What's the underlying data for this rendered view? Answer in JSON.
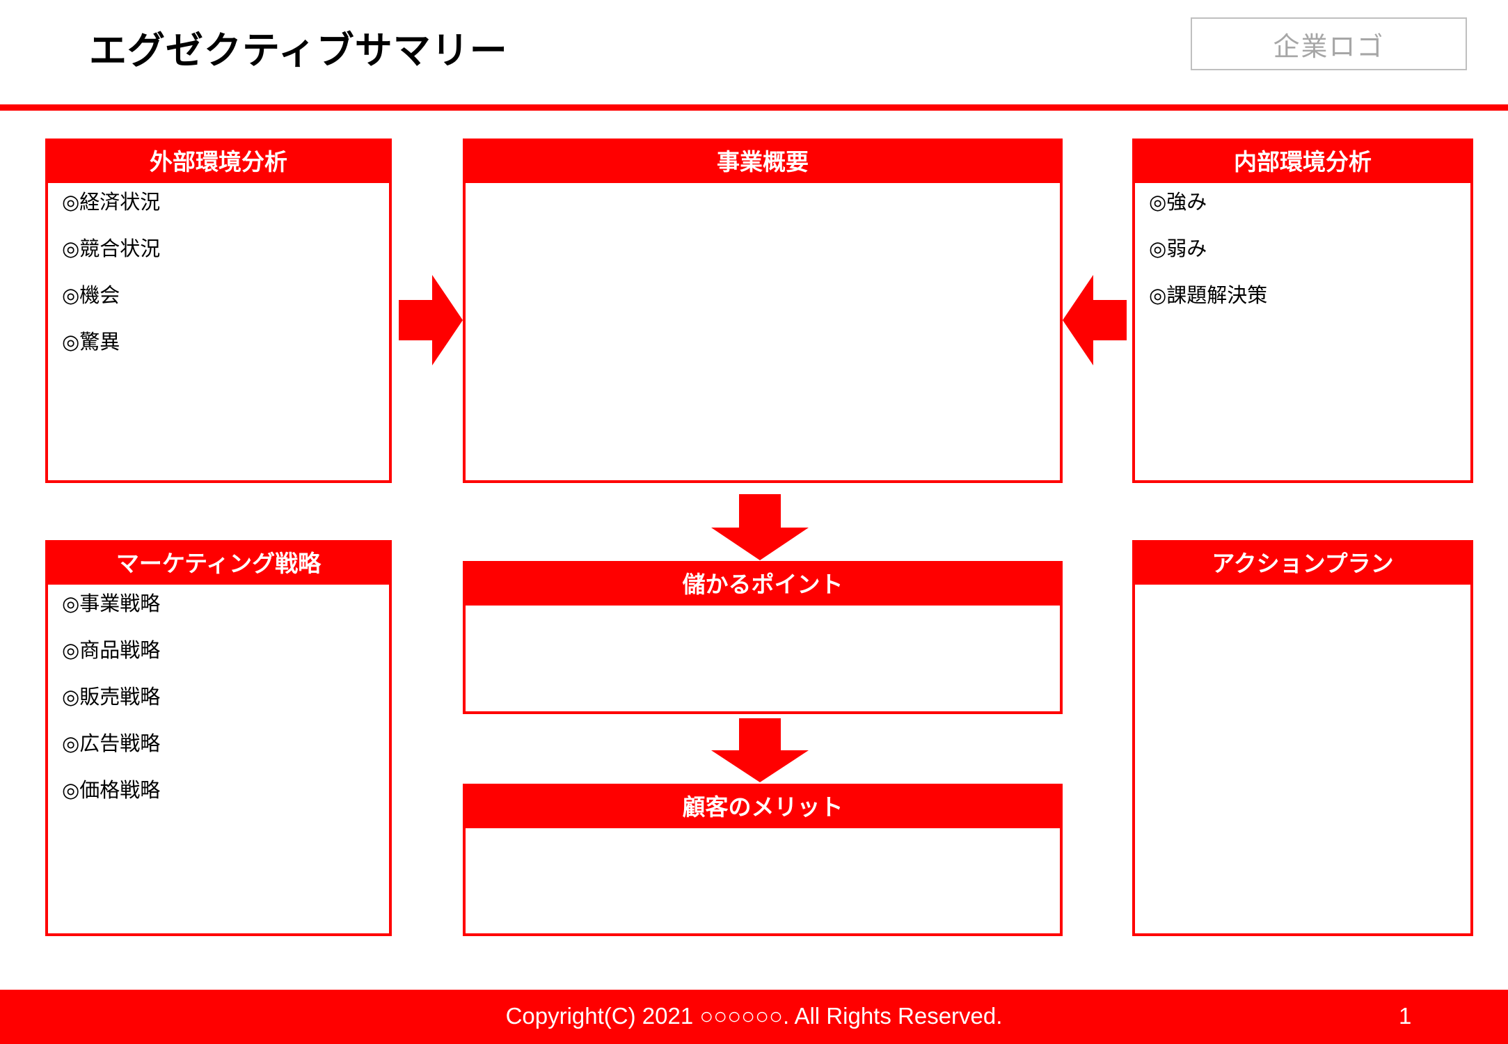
{
  "header": {
    "title": "エグゼクティブサマリー",
    "logo_placeholder": "企業ロゴ",
    "rule_color": "#FF0000"
  },
  "theme": {
    "accent": "#FF0000",
    "panel_border": "#FF0000",
    "header_text": "#FFFFFF",
    "body_text": "#000000",
    "logo_text": "#A6A6A6",
    "logo_border": "#BFBFBF",
    "background": "#FFFFFF"
  },
  "panels": {
    "external": {
      "title": "外部環境分析",
      "items": [
        "◎経済状況",
        "◎競合状況",
        "◎機会",
        "◎驚異"
      ]
    },
    "overview": {
      "title": "事業概要",
      "items": []
    },
    "internal": {
      "title": "内部環境分析",
      "items": [
        "◎強み",
        "◎弱み",
        "◎課題解決策"
      ]
    },
    "marketing": {
      "title": "マーケティング戦略",
      "items": [
        "◎事業戦略",
        "◎商品戦略",
        "◎販売戦略",
        "◎広告戦略",
        "◎価格戦略"
      ]
    },
    "profit": {
      "title": "儲かるポイント",
      "items": []
    },
    "benefit": {
      "title": "顧客のメリット",
      "items": []
    },
    "action": {
      "title": "アクションプラン",
      "items": []
    }
  },
  "arrows": [
    {
      "name": "arrow-right-external-to-overview",
      "direction": "right"
    },
    {
      "name": "arrow-left-internal-to-overview",
      "direction": "left"
    },
    {
      "name": "arrow-down-overview-to-profit",
      "direction": "down"
    },
    {
      "name": "arrow-down-profit-to-benefit",
      "direction": "down"
    }
  ],
  "footer": {
    "copyright": "Copyright(C) 2021 ○○○○○○. All Rights Reserved.",
    "page_number": "1"
  }
}
